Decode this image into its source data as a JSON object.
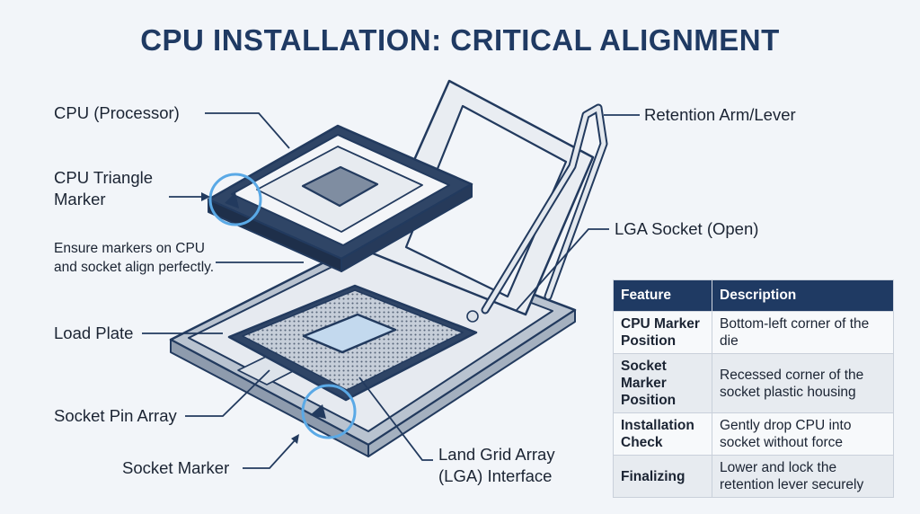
{
  "title": "CPU INSTALLATION: CRITICAL ALIGNMENT",
  "labels": {
    "cpu": "CPU (Processor)",
    "triangle_line1": "CPU Triangle",
    "triangle_line2": "Marker",
    "note": "Ensure markers on CPU and socket align perfectly.",
    "load_plate": "Load Plate",
    "pin_array": "Socket Pin Array",
    "socket_marker": "Socket Marker",
    "lga_line1": "Land Grid Array",
    "lga_line2": "(LGA) Interface",
    "retention": "Retention Arm/Lever",
    "lga_socket": "LGA Socket (Open)"
  },
  "table": {
    "headers": [
      "Feature",
      "Description"
    ],
    "rows": [
      {
        "feature": "CPU Marker Position",
        "description": "Bottom-left corner of the die"
      },
      {
        "feature": "Socket Marker Position",
        "description": "Recessed corner of the socket plastic housing"
      },
      {
        "feature": "Installation Check",
        "description": "Gently drop CPU into socket without force"
      },
      {
        "feature": "Finalizing",
        "description": "Lower and lock the retention lever securely"
      }
    ]
  },
  "colors": {
    "title": "#1f3a63",
    "outline": "#223a5e",
    "highlight_circle": "#5aa9e6",
    "header_bg": "#1f3a63"
  }
}
